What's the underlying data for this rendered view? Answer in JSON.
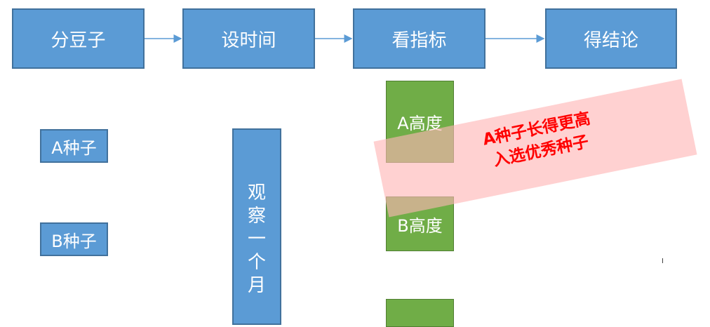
{
  "steps": [
    {
      "label": "分豆子"
    },
    {
      "label": "设时间"
    },
    {
      "label": "看指标"
    },
    {
      "label": "得结论"
    }
  ],
  "seeds": [
    {
      "label": "A种子"
    },
    {
      "label": "B种子"
    }
  ],
  "observe": {
    "chars": [
      "观",
      "察",
      "一",
      "个",
      "月"
    ]
  },
  "metrics": [
    {
      "label": "A高度"
    },
    {
      "label": "B高度"
    },
    {
      "label": ""
    }
  ],
  "callout": {
    "line1": "A种子长得更高",
    "line2": "入选优秀种子"
  },
  "colors": {
    "box_blue": "#5b9bd5",
    "box_green": "#70ad47",
    "arrow": "#5b9bd5",
    "callout_bg": "#ffb4b4",
    "callout_text": "#ff0000"
  }
}
